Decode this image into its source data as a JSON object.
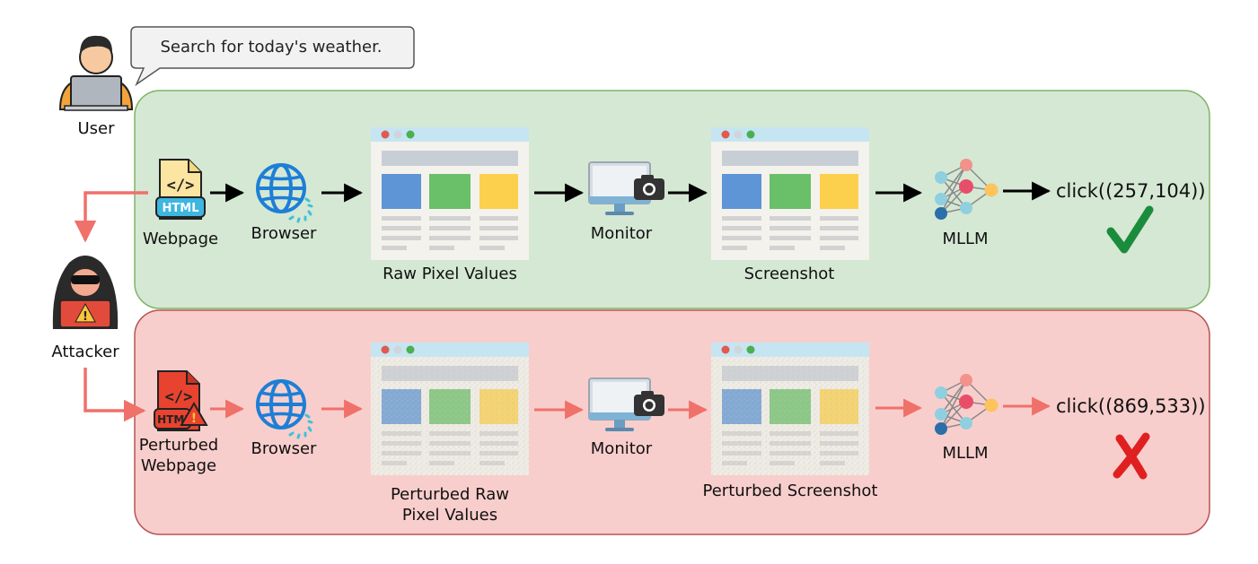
{
  "user": {
    "label": "User",
    "speech": "Search for today's weather."
  },
  "attacker": {
    "label": "Attacker"
  },
  "clean_row": {
    "webpage": "Webpage",
    "browser": "Browser",
    "raw_pixels": "Raw Pixel Values",
    "monitor": "Monitor",
    "screenshot": "Screenshot",
    "model": "MLLM",
    "action": "click((257,104))",
    "result": "✓"
  },
  "attack_row": {
    "webpage_line1": "Perturbed",
    "webpage_line2": "Webpage",
    "browser": "Browser",
    "raw_pixels_line1": "Perturbed Raw",
    "raw_pixels_line2": "Pixel Values",
    "monitor": "Monitor",
    "screenshot": "Perturbed Screenshot",
    "model": "MLLM",
    "action": "click((869,533))",
    "result": "✗"
  },
  "icon_text": {
    "html": "HTML",
    "code": "</>"
  },
  "colors": {
    "clean_panel_fill": "#d5e8d4",
    "clean_panel_stroke": "#82b366",
    "attack_panel_fill": "#f8cecc",
    "attack_panel_stroke": "#b85450",
    "attack_arrow": "#f0706a",
    "check": "#1a8c3c",
    "cross": "#e02020"
  }
}
